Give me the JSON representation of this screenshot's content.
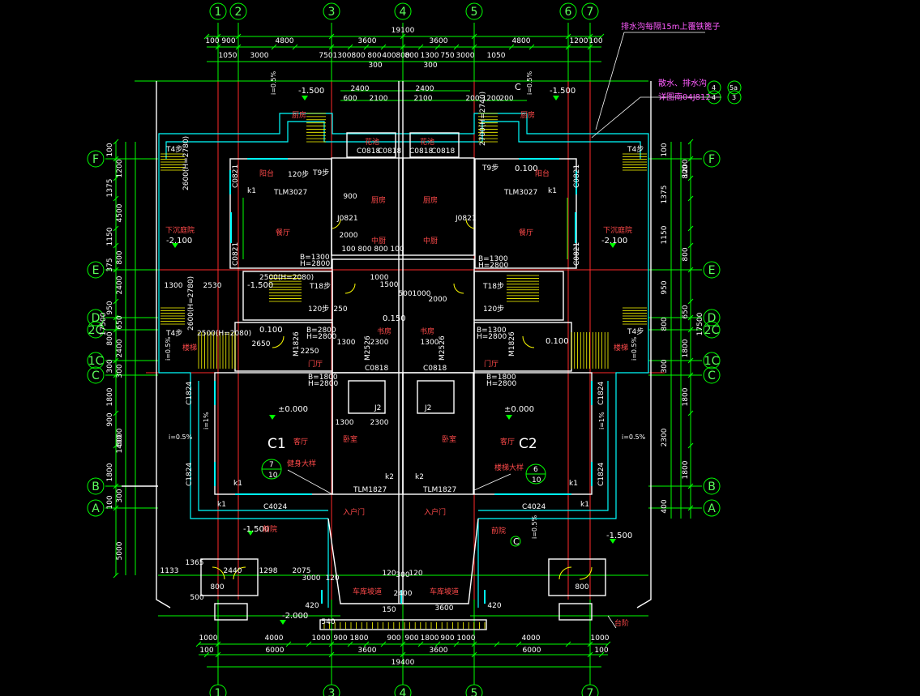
{
  "colors": {
    "background": "#000000",
    "wall": "#ffffff",
    "dimension": "#00ff00",
    "axis": "#5dff5d",
    "window": "#00ffff",
    "door": "#ffff00",
    "room_text": "#ff4a4a",
    "note": "#ff5cff",
    "center_line": "#ff2a2a"
  },
  "axes": {
    "top": [
      "1",
      "2",
      "3",
      "4",
      "5",
      "6",
      "7"
    ],
    "bottom": [
      "1",
      "3",
      "4",
      "5",
      "7"
    ],
    "left": [
      "F",
      "E",
      "D",
      "2C",
      "1C",
      "C",
      "B",
      "A"
    ],
    "right": [
      "F",
      "E",
      "D",
      "2C",
      "1C",
      "C",
      "B",
      "A"
    ]
  },
  "dims": {
    "top_total": "19100",
    "top_row1": [
      "100",
      "900",
      "4800",
      "3600",
      "3600",
      "4800",
      "1200",
      "100"
    ],
    "top_row2": [
      "1050",
      "3000",
      "750",
      "1300",
      "800",
      "800",
      "400",
      "800",
      "800",
      "1300",
      "750",
      "3000",
      "1050"
    ],
    "top_row3": [
      "300",
      "300"
    ],
    "upper": [
      "2400",
      "2400",
      "600",
      "2100",
      "2100",
      "200",
      "1200",
      "200"
    ],
    "bottom_row1": [
      "1000",
      "4000",
      "1000",
      "900",
      "1800",
      "900",
      "900",
      "1800",
      "900",
      "1000",
      "4000",
      "1000"
    ],
    "bottom_row2": [
      "6000",
      "3600",
      "3600",
      "6000"
    ],
    "bottom_total": "19400",
    "bottom_ends": [
      "100",
      "100"
    ],
    "left_col": [
      "100",
      "1200",
      "1375",
      "4500",
      "1150",
      "800",
      "375",
      "2400",
      "950",
      "650",
      "800",
      "2400",
      "300",
      "300",
      "1800",
      "6000",
      "900",
      "1400",
      "1800",
      "300",
      "100",
      "5000"
    ],
    "right_col": [
      "100",
      "1200",
      "1375",
      "800",
      "1150",
      "800",
      "950",
      "650",
      "800",
      "1800",
      "300",
      "1800",
      "2300",
      "1800",
      "400"
    ],
    "side_total": "17500",
    "mid": [
      "1300",
      "2530",
      "1300",
      "2650",
      "2250",
      "2300",
      "1300",
      "1500",
      "2300",
      "1300",
      "2000",
      "2000",
      "100",
      "800",
      "800",
      "100",
      "500",
      "1000",
      "1000",
      "250",
      "900"
    ],
    "porch": [
      "1133",
      "1365",
      "2440",
      "1298",
      "2075",
      "3000",
      "120",
      "120",
      "300",
      "120",
      "420",
      "150",
      "2400",
      "3600",
      "420",
      "540",
      "800",
      "800",
      "500"
    ]
  },
  "notes": {
    "drain_note": "排水沟每隔15m上覆铁篦子",
    "drain_ref1": "散水、排水沟",
    "drain_ref2": "详图南04J812",
    "ref_4_top": "4",
    "ref_4_bot": "4",
    "ref_5a": "5a",
    "ref_3": "3",
    "c_mark": "C"
  },
  "levels": {
    "l1": "-1.500",
    "l2": "-1.500",
    "l3": "-1.500",
    "l4": "-1.500",
    "l5": "-1.500",
    "l6": "-2.100",
    "l7": "-2.100",
    "l8": "±0.000",
    "l9": "±0.000",
    "l10": "-2.000",
    "l11": "0.150",
    "l12": "0.100",
    "l13": "0.100",
    "l14": "0.100",
    "slope1": "i=0.5%",
    "slope2": "i=0.5%",
    "slope3": "i=0.5%",
    "slope4": "i=0.5%",
    "slope5": "i=0.5%",
    "slope6": "i=0.5%",
    "slope7": "i=0.5%",
    "slope8": "i=1%",
    "slope9": "i=1%"
  },
  "rooms": {
    "kitchen_left": "厨房",
    "kitchen_right": "厨房",
    "kitchen_mid_l": "厨房",
    "kitchen_mid_r": "厨房",
    "living_left": "餐厅",
    "living_right": "餐厅",
    "storage_left": "下沉庭院",
    "storage_right": "下沉庭院",
    "middle_l": "中厨",
    "middle_r": "中厨",
    "balcony_l": "阳台",
    "balcony_r": "阳台",
    "hall_l": "门厅",
    "hall_r": "门厅",
    "stair_l": "楼梯",
    "stair_r": "楼梯",
    "hall_mid_l": "书房",
    "hall_mid_r": "书房",
    "parlour_l": "客厅",
    "parlour_r": "客厅",
    "bed_l": "卧室",
    "bed_r": "卧室",
    "unit_l": "C1",
    "unit_r": "C2",
    "front_yard": "前院",
    "front_yard_r": "前院",
    "garage_l": "车库坡道",
    "garage_r": "车库坡道",
    "entry_l": "入户门",
    "entry_r": "入户门",
    "pool": "花池",
    "pool2": "花池",
    "steps": "台阶",
    "gym": "健身大样",
    "stair_detail": "楼梯大样"
  },
  "tags": {
    "tlm3027_l": "TLM3027",
    "tlm3027_r": "TLM3027",
    "tlm1827_l": "TLM1827",
    "tlm1827_r": "TLM1827",
    "c4024_l": "C4024",
    "c4024_r": "C4024",
    "c0818_1": "C0818",
    "c0818_2": "C0818",
    "c0818_3": "C0818",
    "c0818_4": "C0818",
    "c0818_5": "C0818",
    "c0818_6": "C0818",
    "c1824_1": "C1824",
    "c1824_2": "C1824",
    "c1824_3": "C1824",
    "c1824_4": "C1824",
    "c0821_1": "C0821",
    "c0821_2": "C0821",
    "c0821_3": "C0821",
    "c0821_4": "C0821",
    "j0821_1": "J0821",
    "j0821_2": "J0821",
    "m1826_l": "M1826",
    "m1826_r": "M1826",
    "m2526_l": "M2526",
    "m2526_r": "M2526",
    "t4_1": "T4步",
    "t4_2": "T4步",
    "t4_3": "T4步",
    "t4_4": "T4步",
    "t9_1": "T9步",
    "t9_2": "T9步",
    "t18_1": "T18步",
    "t18_2": "T18步",
    "s120_1": "120步",
    "s120_2": "120步",
    "s120_3": "120步",
    "b1300_1": "B=1300",
    "h2800_1": "H=2800",
    "b1300_2": "B=1300",
    "h2800_2": "H=2800",
    "b1300_3": "B=1300",
    "h2800_3": "H=2800",
    "b2800_1": "B=2800",
    "h2800_4": "H=2800",
    "b1800_1": "B=1800",
    "h2800_5": "H=2800",
    "b1800_2": "B=1800",
    "h2800_6": "H=2800",
    "k1_1": "k1",
    "k1_2": "k1",
    "k1_3": "k1",
    "k1_4": "k1",
    "k1_5": "k1",
    "k1_6": "k1",
    "k2_1": "k2",
    "k2_2": "k2",
    "j2_1": "J2",
    "j2_2": "J2",
    "ref7": "7",
    "ref10a": "10",
    "ref6": "6",
    "ref10b": "10",
    "h2740": "2700(H=2740)",
    "h2780_1": "2600(H=2780)",
    "h2780_2": "2600(H=2780)",
    "h2080_1": "2500(H=2080)",
    "h2080_2": "2500(H=2080)"
  }
}
